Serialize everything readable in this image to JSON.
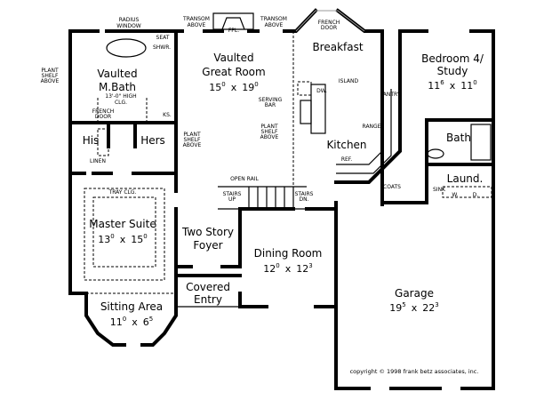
{
  "rooms": {
    "great_room": {
      "l1": "Vaulted",
      "l2": "Great Room",
      "w": "15",
      "ws": "0",
      "d": "19",
      "ds": "0"
    },
    "breakfast": {
      "l1": "Breakfast"
    },
    "kitchen": {
      "l1": "Kitchen"
    },
    "bedroom4": {
      "l1": "Bedroom 4/",
      "l2": "Study",
      "w": "11",
      "ws": "6",
      "d": "11",
      "ds": "0"
    },
    "bath": {
      "l1": "Bath"
    },
    "laundry": {
      "l1": "Laund."
    },
    "mbath": {
      "l1": "Vaulted",
      "l2": "M.Bath",
      "note1": "13'-0\" HIGH",
      "note2": "CLG."
    },
    "his": {
      "l1": "His"
    },
    "hers": {
      "l1": "Hers"
    },
    "master": {
      "l1": "Master Suite",
      "w": "13",
      "ws": "0",
      "d": "15",
      "ds": "0"
    },
    "sitting": {
      "l1": "Sitting Area",
      "w": "11",
      "ws": "0",
      "d": "6",
      "ds": "5"
    },
    "foyer": {
      "l1": "Two Story",
      "l2": "Foyer"
    },
    "entry": {
      "l1": "Covered",
      "l2": "Entry"
    },
    "dining": {
      "l1": "Dining Room",
      "w": "12",
      "ws": "0",
      "d": "12",
      "ds": "3"
    },
    "garage": {
      "l1": "Garage",
      "w": "19",
      "ws": "5",
      "d": "22",
      "ds": "3"
    }
  },
  "dim_separator": "x",
  "notes": {
    "radius1": "RADIUS",
    "radius2": "WINDOW",
    "transom1a": "TRANSOM",
    "transom1b": "ABOVE",
    "transom2a": "TRANSOM",
    "transom2b": "ABOVE",
    "fpl": "FPL.",
    "french1a": "FRENCH",
    "french1b": "DOOR",
    "french2a": "FRENCH",
    "french2b": "DOOR",
    "seat": "SEAT",
    "shwr": "SHWR.",
    "ks": "KS.",
    "plant1a": "PLANT",
    "plant1b": "SHELF",
    "plant1c": "ABOVE",
    "plant2a": "PLANT",
    "plant2b": "SHELF",
    "plant2c": "ABOVE",
    "plant3a": "PLANT",
    "plant3b": "SHELF",
    "plant3c": "ABOVE",
    "linen": "LINEN",
    "tray": "TRAY CLG.",
    "serving1": "SERVING",
    "serving2": "BAR",
    "dw": "DW.",
    "island": "ISLAND",
    "pantry": "PANTRY",
    "range": "RANGE",
    "ref": "REF.",
    "openrail": "OPEN RAIL",
    "stairsup1": "STAIRS",
    "stairsup2": "UP",
    "stairsdn1": "STAIRS",
    "stairsdn2": "DN.",
    "coats": "COATS",
    "sink": "SINK",
    "wash": "W.",
    "dry": "D."
  },
  "copyright": "copyright © 1998 frank betz associates, inc."
}
